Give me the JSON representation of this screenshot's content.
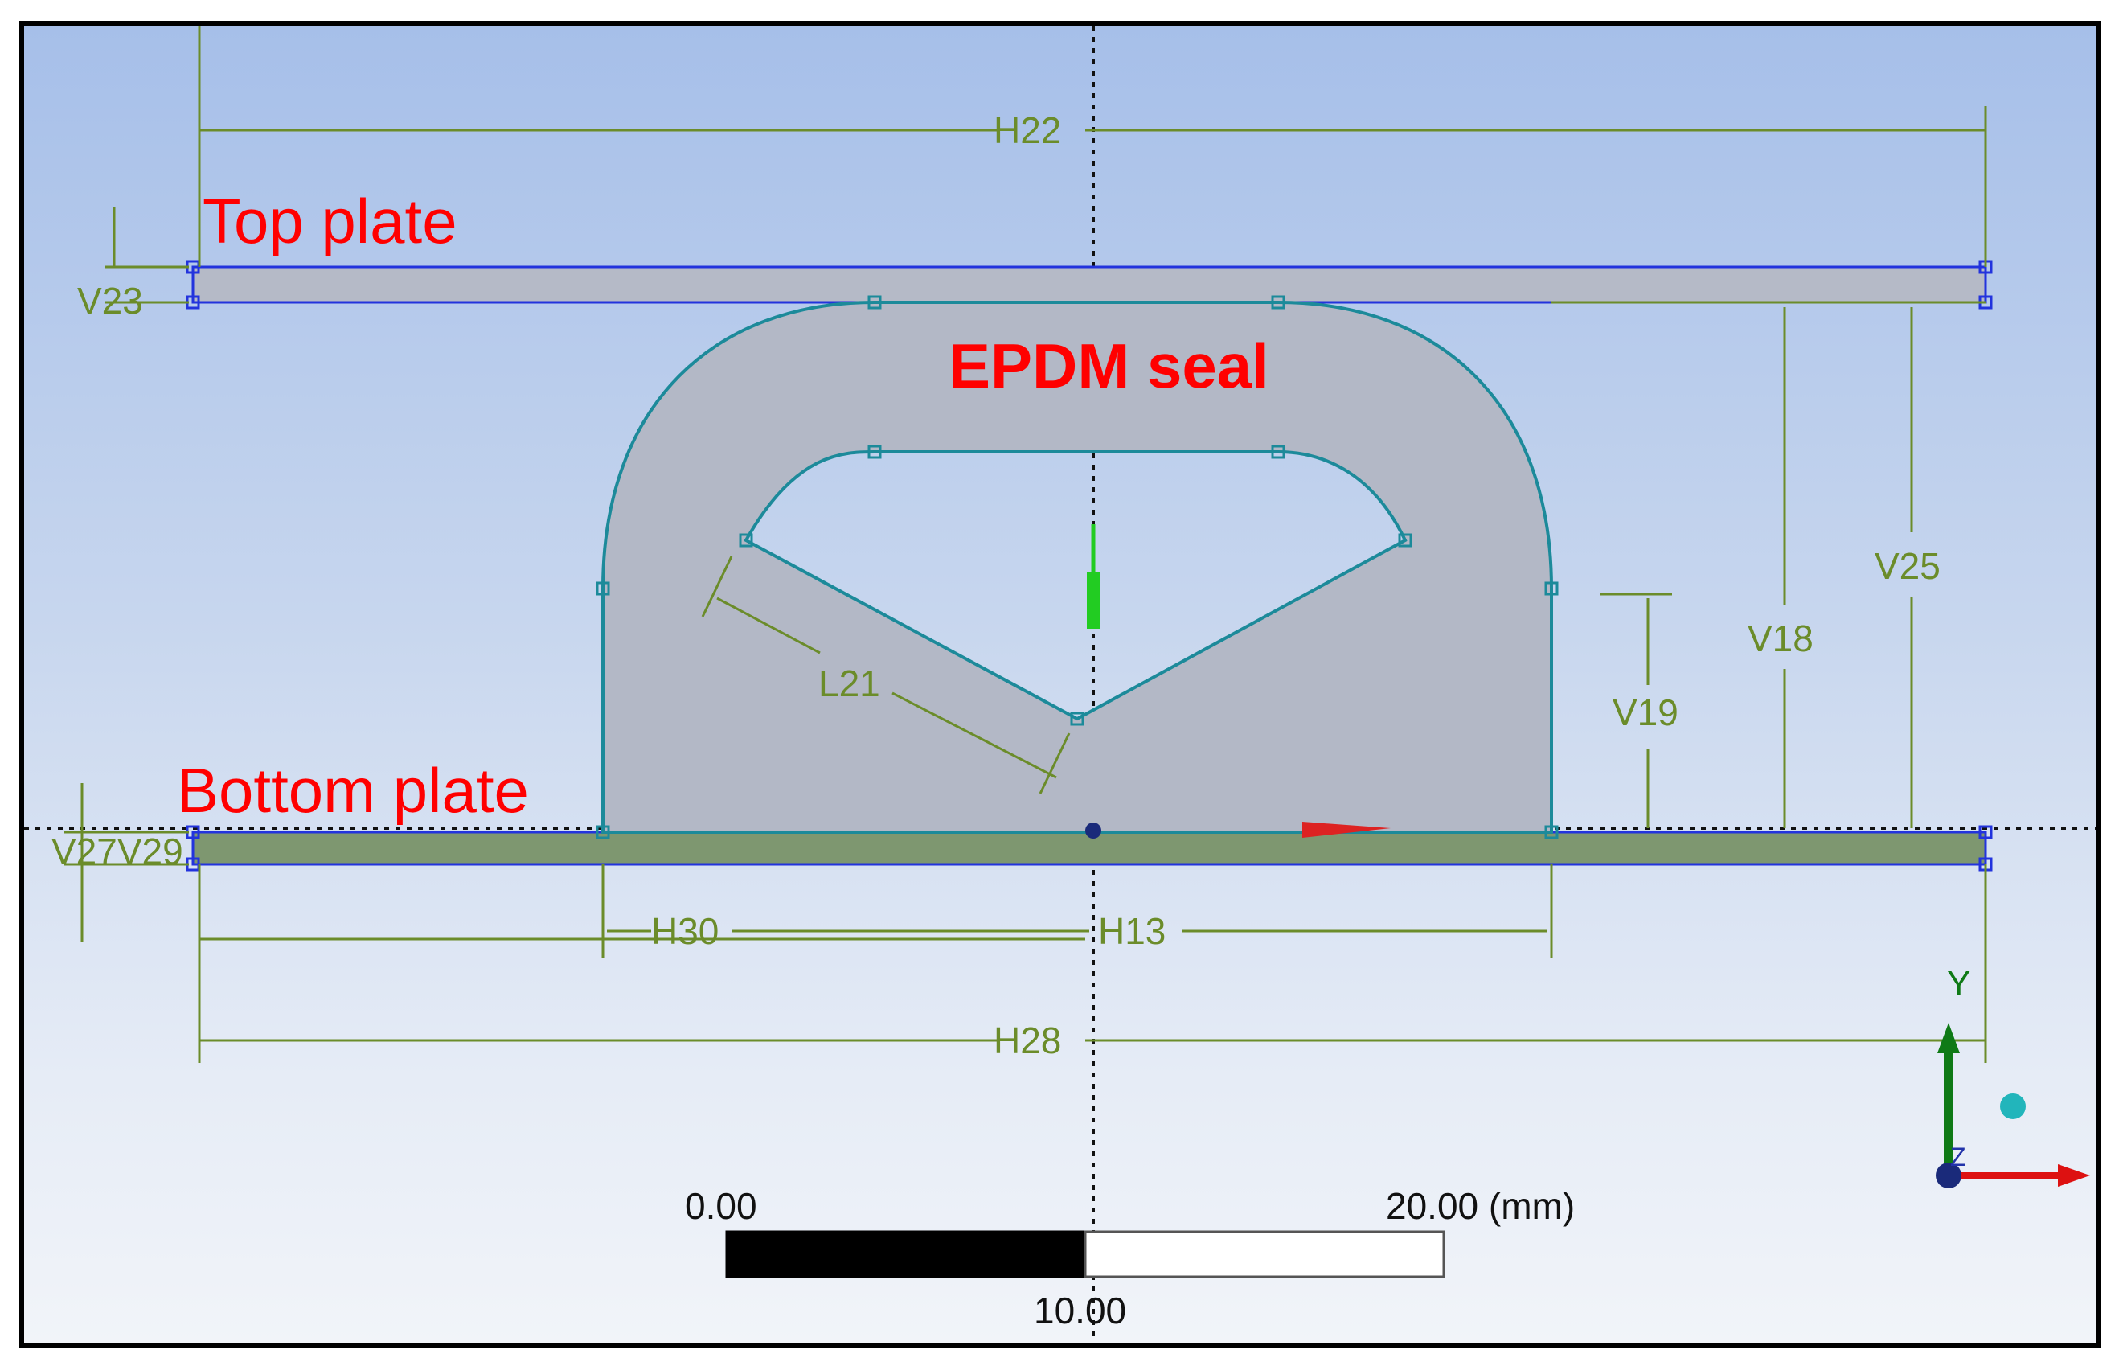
{
  "labels": {
    "top_plate": "Top plate",
    "bottom_plate": "Bottom plate",
    "seal": "EPDM seal"
  },
  "dimensions": {
    "h22": "H22",
    "v23": "V23",
    "v27v29": "V27V29",
    "v25": "V25",
    "v18": "V18",
    "v19": "V19",
    "l21": "L21",
    "h30": "H30",
    "h13": "H13",
    "h28": "H28"
  },
  "scale_bar": {
    "left": "0.00",
    "right": "20.00 (mm)",
    "middle": "10.00"
  },
  "axes": {
    "y_label": "Y",
    "z_label": "Z"
  },
  "colors": {
    "dimension": "#6b8c2a",
    "plate_outline": "#2233dd",
    "seal_outline": "#1c8a9a",
    "seal_fill": "#b3b8c6",
    "label": "#ff0000",
    "x_axis": "#dd1111",
    "y_axis": "#0f7a16",
    "origin": "#1a2a7a"
  }
}
